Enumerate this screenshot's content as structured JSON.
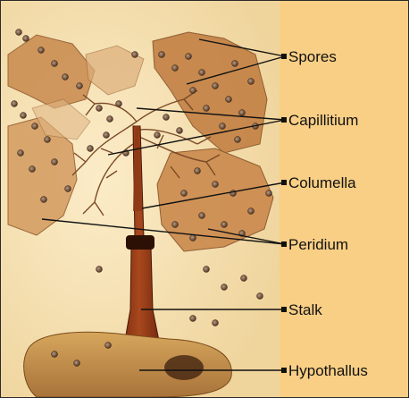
{
  "labels": {
    "spores": "Spores",
    "capillitium": "Capillitium",
    "columella": "Columella",
    "peridium": "Peridium",
    "stalk": "Stalk",
    "hypothallus": "Hypothallus"
  },
  "colors": {
    "background": "#f6e2b4",
    "label_panel": "#f9cf85",
    "peridium": "#c98a4e",
    "stalk": "#8a3413",
    "spores": "#5a3a28",
    "hypothallus": "#c8974e",
    "leader_lines": "#111111"
  }
}
